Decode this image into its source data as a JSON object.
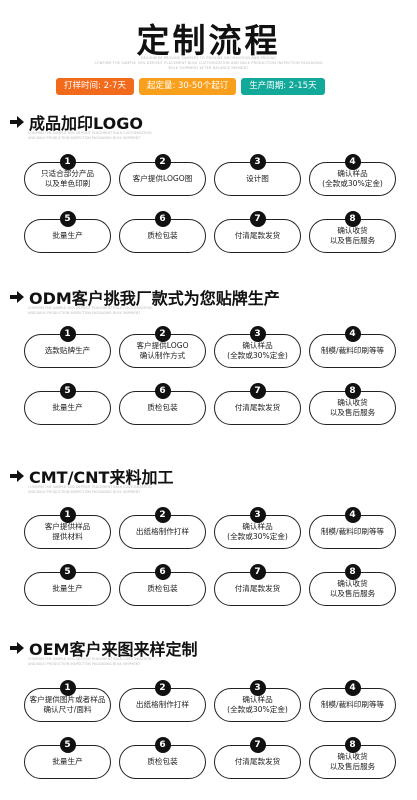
{
  "header": {
    "title": "定制流程",
    "fine_lines": [
      "DESIGNERS PROVIDE SAMPLES TO PROVIDE INFORMATION AND PRICING",
      "CONFIRM THE SAMPLE 30% DEPOSIT PLACEMENT BULK CUSTOMIZATION AND BULK PRODUCTION INSPECTION PACKAGING",
      "BULK SHIPMENT AFTER BALANCE PAYMENT"
    ],
    "tags": [
      {
        "text": "打样时间: 2-7天",
        "color": "#f26b1d"
      },
      {
        "text": "起定量: 30-50个起订",
        "color": "#f8a01b"
      },
      {
        "text": "生产周期: 2-15天",
        "color": "#12a89a"
      }
    ]
  },
  "sections": [
    {
      "title": "成品加印LOGO",
      "fine": [
        "CONFIRM THE SAMPLE 30% DEPOSIT PLACEMENT BULK CUSTOMIZATION",
        "AND BULK PRODUCTION INSPECTION PACKAGING BULK SHIPMENT"
      ],
      "steps": [
        {
          "num": "1",
          "label": "只适合部分产品\n以及单色印刷"
        },
        {
          "num": "2",
          "label": "客户提供LOGO图"
        },
        {
          "num": "3",
          "label": "设计图"
        },
        {
          "num": "4",
          "label": "确认样品\n(全款或30%定金)"
        },
        {
          "num": "5",
          "label": "批量生产"
        },
        {
          "num": "6",
          "label": "质检包装"
        },
        {
          "num": "7",
          "label": "付清尾款发货"
        },
        {
          "num": "8",
          "label": "确认收货\n以及售后服务"
        }
      ]
    },
    {
      "title": "ODM客户挑我厂款式为您贴牌生产",
      "fine": [
        "CONFIRM THE SAMPLE 30% DEPOSIT PLACEMENT BULK CUSTOMIZATION",
        "AND BULK PRODUCTION INSPECTION PACKAGING BULK SHIPMENT"
      ],
      "steps": [
        {
          "num": "1",
          "label": "选款贴牌生产"
        },
        {
          "num": "2",
          "label": "客户提供LOGO\n确认制作方式"
        },
        {
          "num": "3",
          "label": "确认样品\n(全款或30%定金)"
        },
        {
          "num": "4",
          "label": "制模/裁料印刷等等"
        },
        {
          "num": "5",
          "label": "批量生产"
        },
        {
          "num": "6",
          "label": "质检包装"
        },
        {
          "num": "7",
          "label": "付清尾款发货"
        },
        {
          "num": "8",
          "label": "确认收货\n以及售后服务"
        }
      ]
    },
    {
      "title": "CMT/CNT来料加工",
      "fine": [
        "CONFIRM THE SAMPLE 30% DEPOSIT PLACEMENT BULK CUSTOMIZATION",
        "AND BULK PRODUCTION INSPECTION PACKAGING BULK SHIPMENT"
      ],
      "steps": [
        {
          "num": "1",
          "label": "客户提供样品\n提供材料"
        },
        {
          "num": "2",
          "label": "出纸格制作打样"
        },
        {
          "num": "3",
          "label": "确认样品\n(全款或30%定金)"
        },
        {
          "num": "4",
          "label": "制模/裁料印刷等等"
        },
        {
          "num": "5",
          "label": "批量生产"
        },
        {
          "num": "6",
          "label": "质检包装"
        },
        {
          "num": "7",
          "label": "付清尾款发货"
        },
        {
          "num": "8",
          "label": "确认收货\n以及售后服务"
        }
      ]
    },
    {
      "title": "OEM客户来图来样定制",
      "fine": [
        "CONFIRM THE SAMPLE 30% DEPOSIT PLACEMENT BULK CUSTOMIZATION",
        "AND BULK PRODUCTION INSPECTION PACKAGING BULK SHIPMENT"
      ],
      "steps": [
        {
          "num": "1",
          "label": "客户提供图片或者样品\n确认尺寸/面料"
        },
        {
          "num": "2",
          "label": "出纸格制作打样"
        },
        {
          "num": "3",
          "label": "确认样品\n(全款或30%定金)"
        },
        {
          "num": "4",
          "label": "制模/裁料印刷等等"
        },
        {
          "num": "5",
          "label": "批量生产"
        },
        {
          "num": "6",
          "label": "质检包装"
        },
        {
          "num": "7",
          "label": "付清尾款发货"
        },
        {
          "num": "8",
          "label": "确认收货\n以及售后服务"
        }
      ]
    }
  ]
}
